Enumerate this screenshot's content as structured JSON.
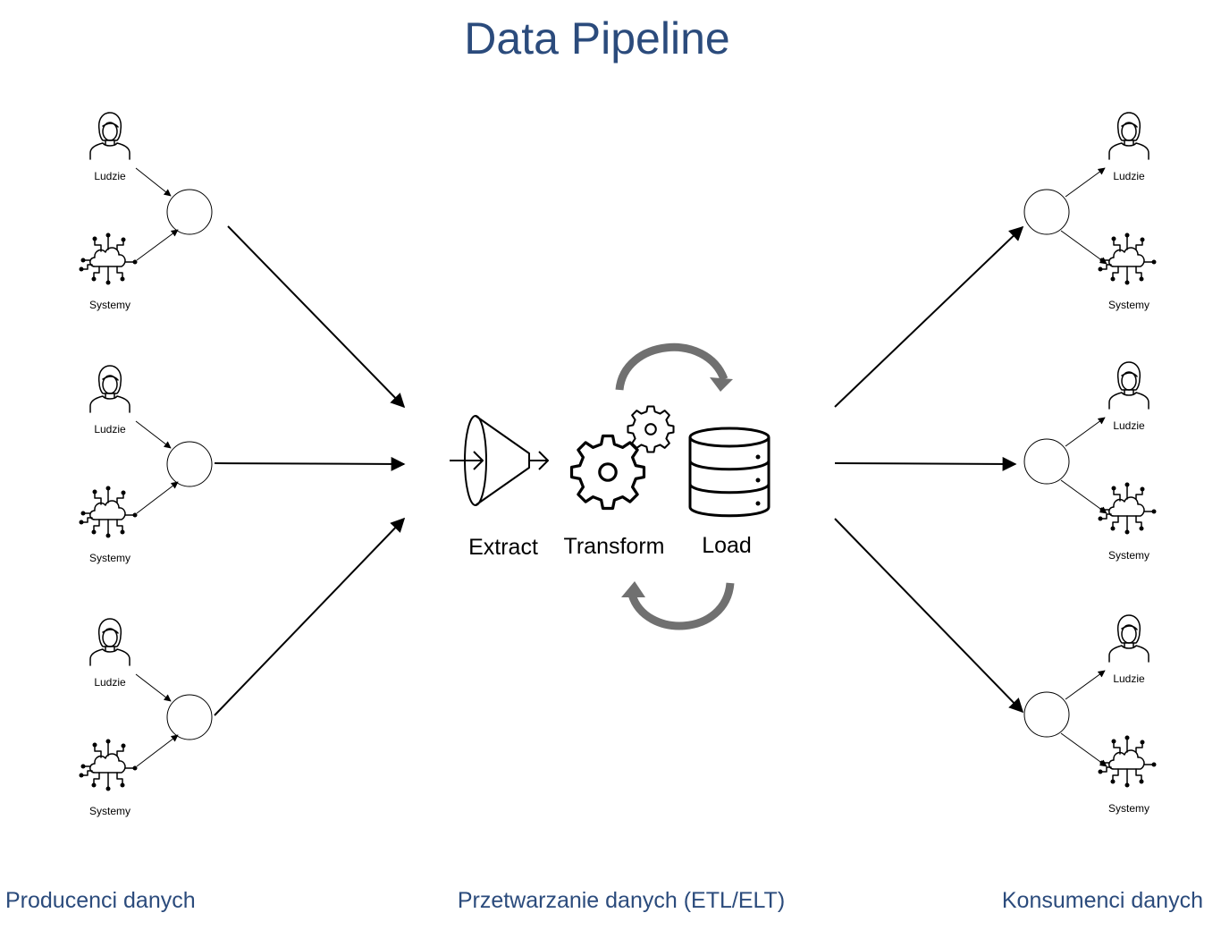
{
  "title": "Data Pipeline",
  "sections": {
    "producers": "Producenci danych",
    "processing": "Przetwarzanie danych (ETL/ELT)",
    "consumers": "Konsumenci danych"
  },
  "producers": [
    {
      "people_label": "Ludzie",
      "systems_label": "Systemy"
    },
    {
      "people_label": "Ludzie",
      "systems_label": "Systemy"
    },
    {
      "people_label": "Ludzie",
      "systems_label": "Systemy"
    }
  ],
  "consumers": [
    {
      "people_label": "Ludzie",
      "systems_label": "Systemy"
    },
    {
      "people_label": "Ludzie",
      "systems_label": "Systemy"
    },
    {
      "people_label": "Ludzie",
      "systems_label": "Systemy"
    }
  ],
  "etl": {
    "extract": "Extract",
    "transform": "Transform",
    "load": "Load"
  },
  "colors": {
    "heading": "#2b4b7c",
    "lines": "#000000",
    "cycle_arrows": "#707070"
  },
  "icons": [
    "person-icon",
    "cloud-network-icon",
    "funnel-icon",
    "gears-icon",
    "database-icon",
    "cycle-arrow-icon"
  ]
}
